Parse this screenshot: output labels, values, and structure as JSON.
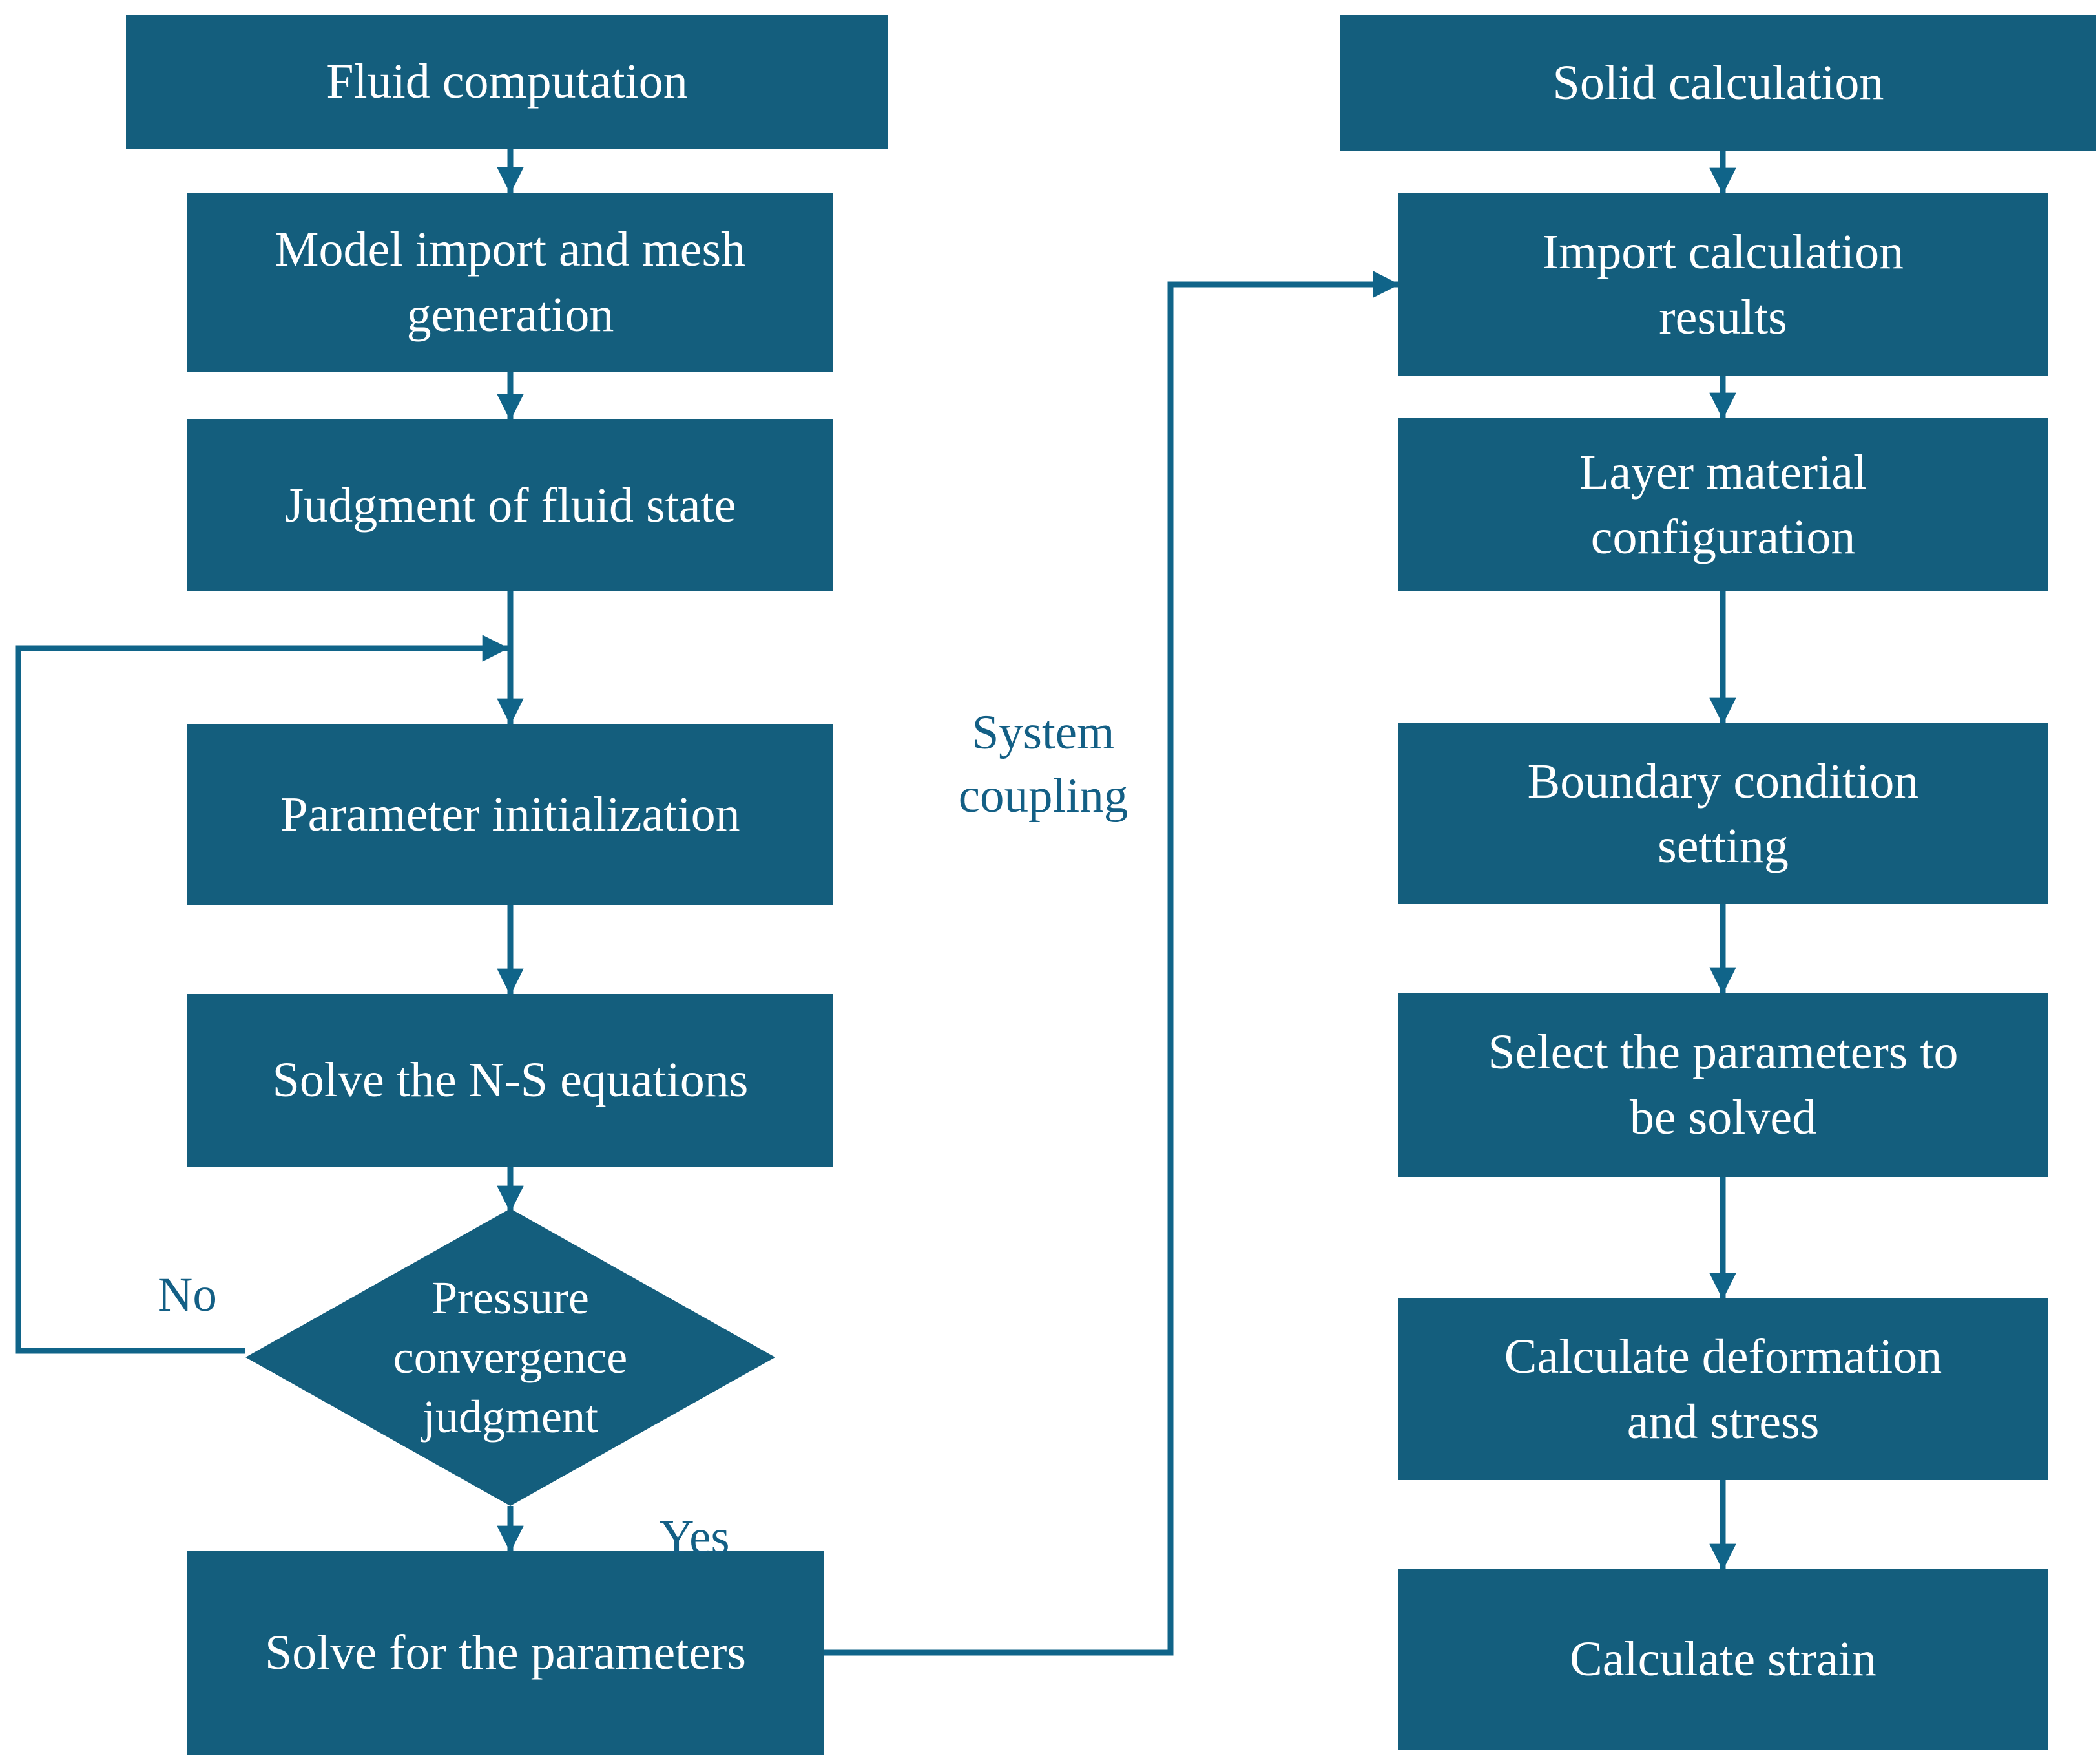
{
  "colors": {
    "box_fill": "#145e7d",
    "line": "#106489",
    "label_text": "#135f85",
    "box_text": "#ffffff",
    "background": "#ffffff"
  },
  "left_column": {
    "boxes": [
      {
        "label": "Fluid computation"
      },
      {
        "label": "Model import and mesh\ngeneration"
      },
      {
        "label": "Judgment of fluid state"
      },
      {
        "label": "Parameter initialization"
      },
      {
        "label": "Solve the N-S equations"
      },
      {
        "label": "Solve for the parameters"
      }
    ],
    "decision": {
      "label": "Pressure\nconvergence\njudgment"
    },
    "no_label": "No",
    "yes_label": "Yes"
  },
  "connector_label": "System\ncoupling",
  "right_column": {
    "boxes": [
      {
        "label": "Solid calculation"
      },
      {
        "label": "Import calculation\nresults"
      },
      {
        "label": "Layer material\nconfiguration"
      },
      {
        "label": "Boundary condition\nsetting"
      },
      {
        "label": "Select the parameters to\nbe solved"
      },
      {
        "label": "Calculate deformation\nand stress"
      },
      {
        "label": "Calculate strain"
      }
    ]
  }
}
